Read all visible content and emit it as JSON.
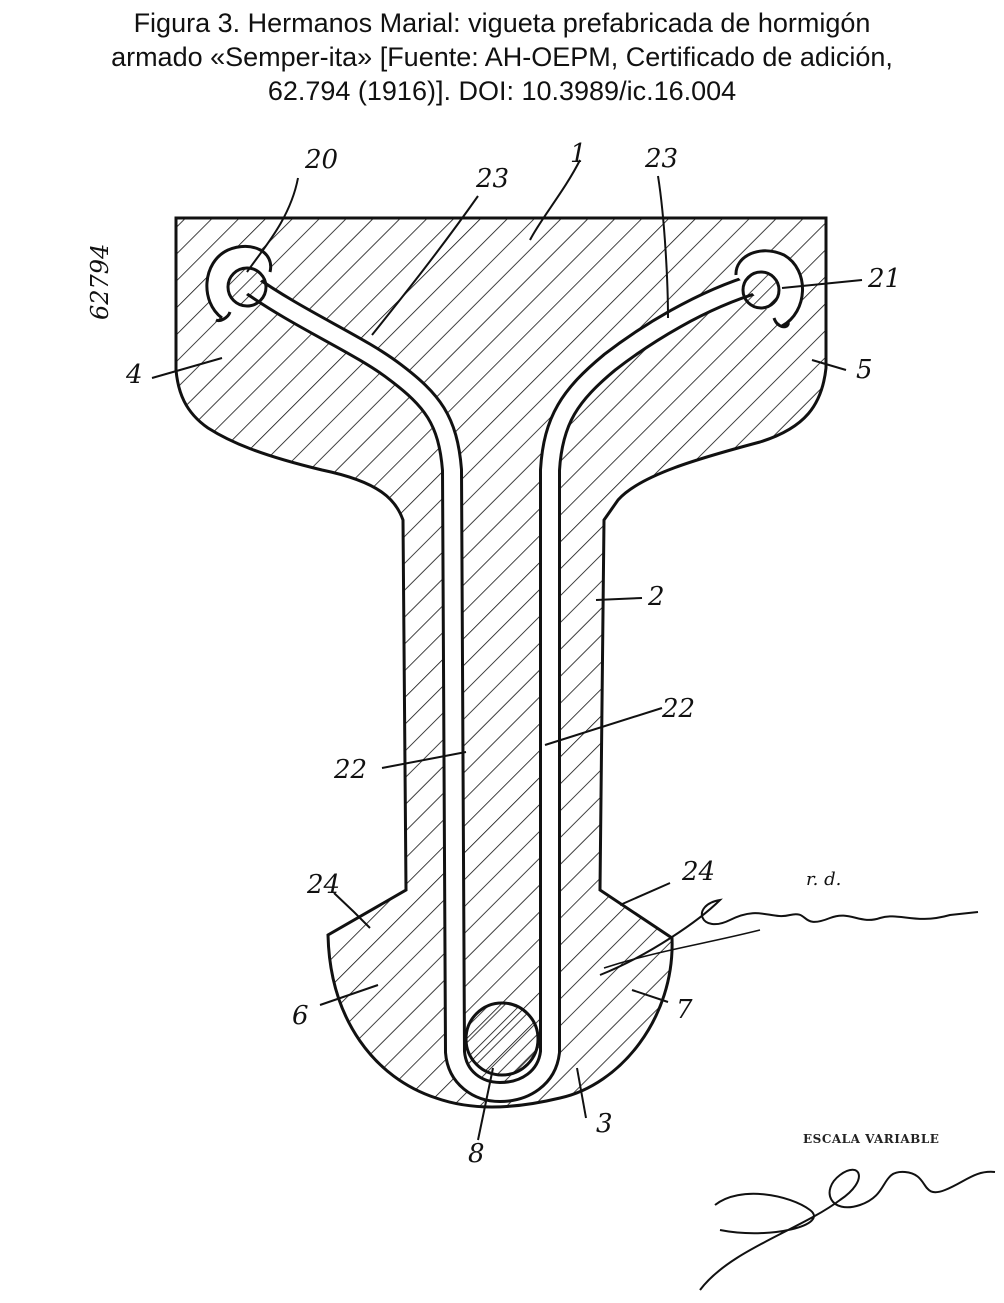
{
  "caption": {
    "line1": "Figura 3. Hermanos Marial: vigueta prefabricada de hormigón",
    "line2": "armado «Semper-ita» [Fuente: AH-OEPM, Certificado de adición,",
    "line3": "62.794 (1916)]. DOI: 10.3989/ic.16.004"
  },
  "patent_number": "62794",
  "labels": {
    "l20": "20",
    "l23a": "23",
    "l1": "1",
    "l23b": "23",
    "l21": "21",
    "l4": "4",
    "l5": "5",
    "l2": "2",
    "l22a": "22",
    "l22b": "22",
    "l24a": "24",
    "l24b": "24",
    "l6": "6",
    "l7": "7",
    "l8": "8",
    "l3": "3"
  },
  "scale_stamp": "ESCALA VARIABLE",
  "signature_mark": "r. d.",
  "colors": {
    "ink": "#111111",
    "paper": "#ffffff"
  }
}
